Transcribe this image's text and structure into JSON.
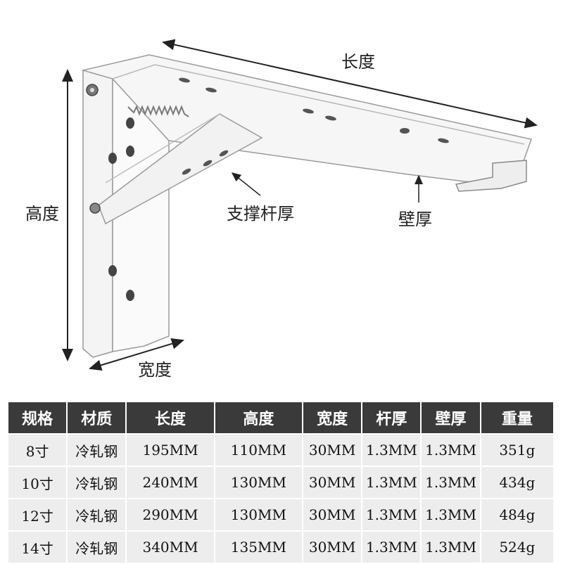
{
  "figure": {
    "labels": {
      "length": "长度",
      "height": "高度",
      "width": "宽度",
      "brace_thickness": "支撑杆厚",
      "wall_thickness": "壁厚"
    },
    "colors": {
      "bracket": "#f4f4f4",
      "bracket_edge": "#9a9a9a",
      "spring": "#7a7a7a"
    }
  },
  "table": {
    "headers": [
      "规格",
      "材质",
      "长度",
      "高度",
      "宽度",
      "杆厚",
      "壁厚",
      "重量"
    ],
    "rows": [
      [
        "8寸",
        "冷轧钢",
        "195MM",
        "110MM",
        "30MM",
        "1.3MM",
        "1.3MM",
        "351g"
      ],
      [
        "10寸",
        "冷轧钢",
        "240MM",
        "130MM",
        "30MM",
        "1.3MM",
        "1.3MM",
        "434g"
      ],
      [
        "12寸",
        "冷轧钢",
        "290MM",
        "130MM",
        "30MM",
        "1.3MM",
        "1.3MM",
        "484g"
      ],
      [
        "14寸",
        "冷轧钢",
        "340MM",
        "135MM",
        "30MM",
        "1.3MM",
        "1.3MM",
        "524g"
      ]
    ],
    "colors": {
      "header_bg": "#3a3a3a",
      "header_text": "#ffffff",
      "cell_bg": "#ededed"
    }
  }
}
